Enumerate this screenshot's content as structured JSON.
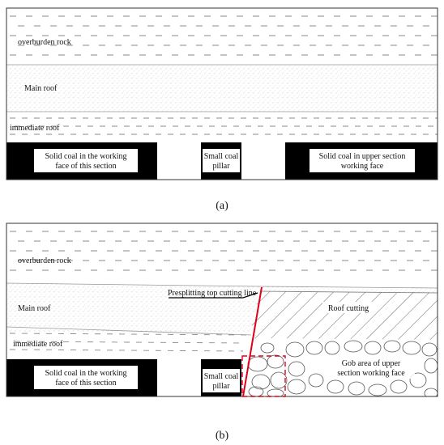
{
  "panel_a": {
    "caption": "(a)",
    "overburden": "overburden rock",
    "main_roof": "Main roof",
    "immediate_roof": "immediate roof",
    "coal_left_line1": "Solid coal in the working",
    "coal_left_line2": "face of  this section",
    "pillar_line1": "Small coal",
    "pillar_line2": "pillar",
    "coal_right_line1": "Solid coal in upper section",
    "coal_right_line2": "working face"
  },
  "panel_b": {
    "caption": "(b)",
    "overburden": "overburden rock",
    "main_roof": "Main roof",
    "immediate_roof": "immediate roof",
    "cut_line_label": "Presplitting top cutting line",
    "roof_cutting": "Roof cutting",
    "gob_line1": "Gob area of upper",
    "gob_line2": "section working face",
    "coal_left_line1": "Solid coal in the working",
    "coal_left_line2": "face of this section",
    "pillar_line1": "Small coal",
    "pillar_line2": "pillar"
  },
  "colors": {
    "coal": "#000000",
    "cut_line": "#e0001a",
    "dash": "#8a8a8a",
    "stipple": "#b5b5b5"
  }
}
